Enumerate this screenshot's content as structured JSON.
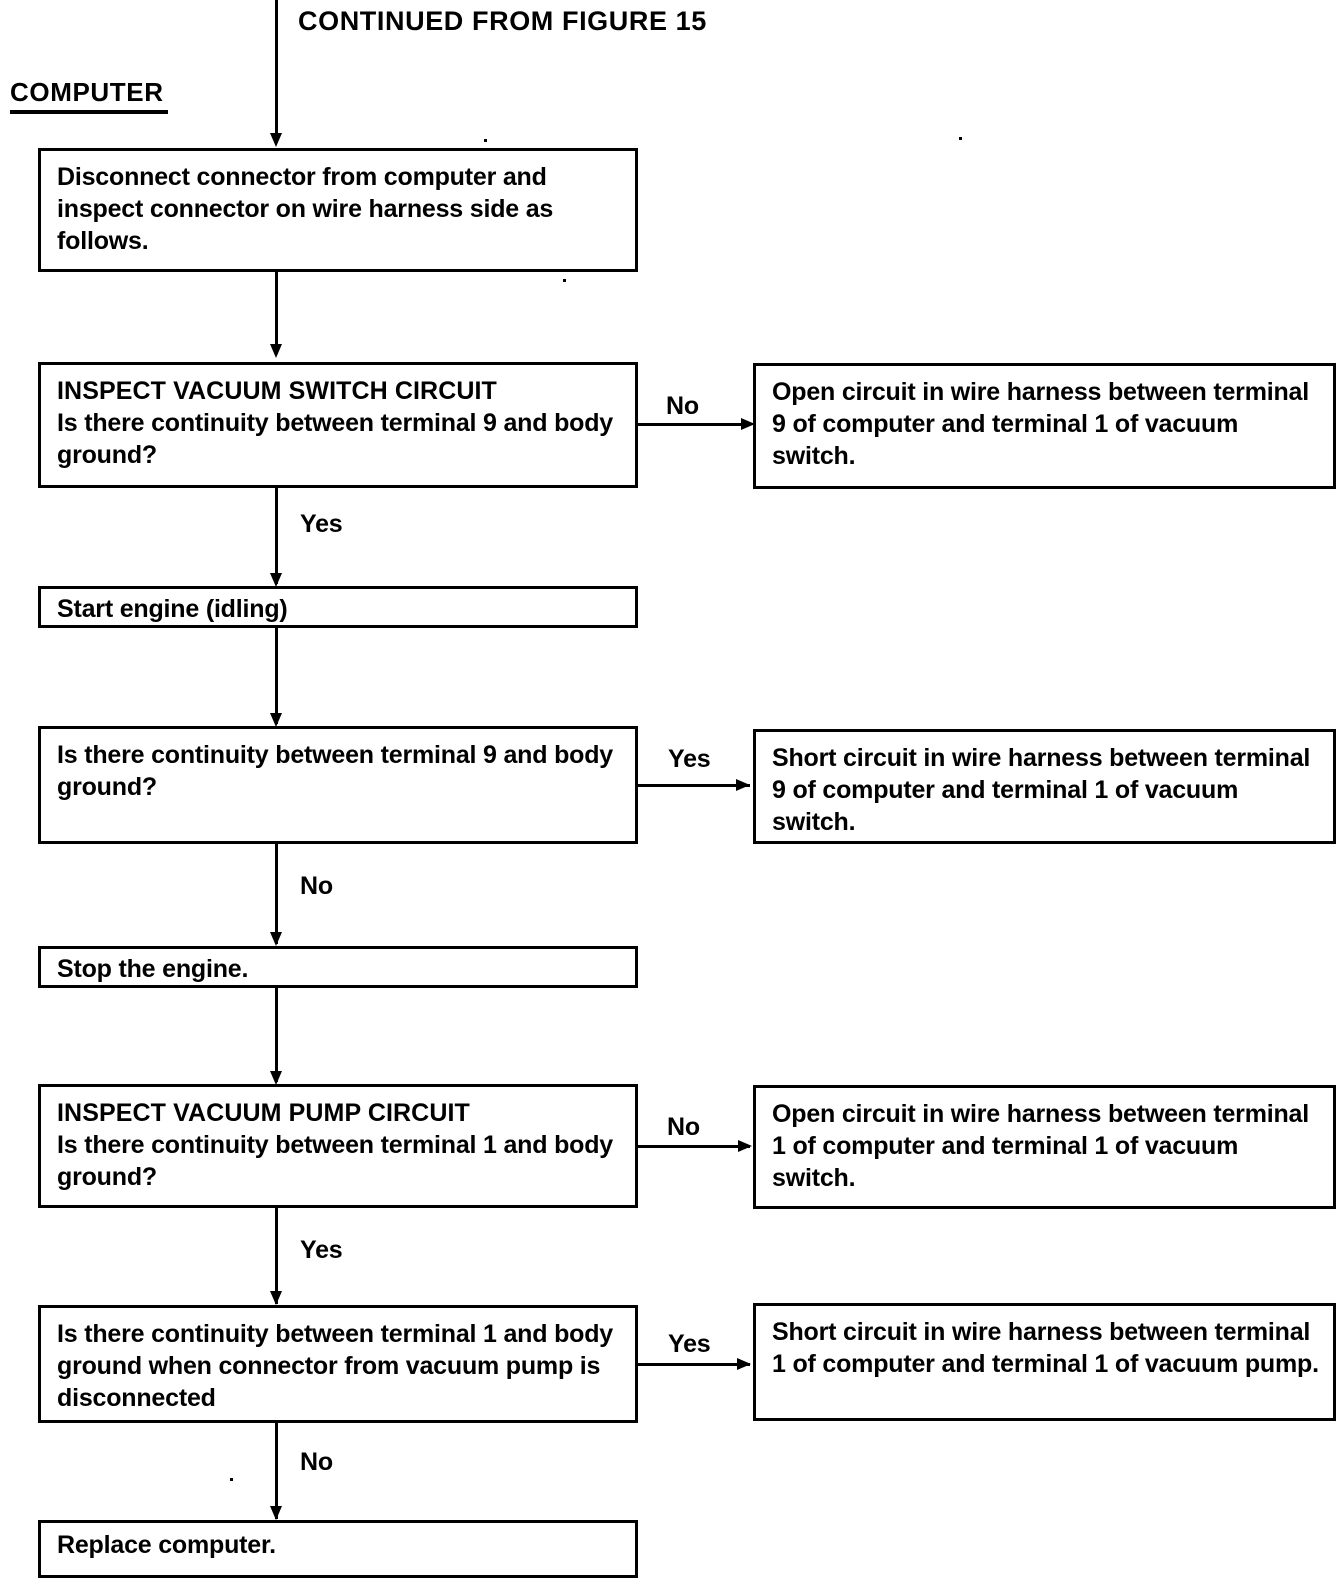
{
  "figure": {
    "continued_from": "CONTINUED FROM FIGURE 15",
    "section_label": "COMPUTER"
  },
  "nodes": {
    "disconnect": {
      "text": "Disconnect connector from computer and inspect connector on wire harness side as follows."
    },
    "inspect_vacuum_switch": {
      "header": "INSPECT VACUUM SWITCH CIRCUIT",
      "body": "Is there continuity between terminal 9 and body ground?"
    },
    "open_circuit_switch": {
      "text": "Open circuit in wire harness between terminal 9 of computer and terminal 1 of vacuum switch."
    },
    "start_engine": {
      "text": "Start engine (idling)"
    },
    "continuity_t9": {
      "text": "Is there continuity between terminal 9 and body ground?"
    },
    "short_circuit_switch": {
      "text": "Short circuit in wire harness between terminal 9 of computer and terminal 1 of vacuum switch."
    },
    "stop_engine": {
      "text": "Stop the engine."
    },
    "inspect_vacuum_pump": {
      "header": "INSPECT VACUUM PUMP CIRCUIT",
      "body": "Is there continuity between terminal 1 and body ground?"
    },
    "open_circuit_pump": {
      "text": "Open circuit in wire harness between terminal 1 of computer and terminal 1 of vacuum switch."
    },
    "continuity_t1_pump": {
      "text": "Is there continuity between terminal 1 and body ground when connector from vacuum pump is disconnected"
    },
    "short_circuit_pump": {
      "text": "Short circuit in wire harness between terminal 1 of computer and terminal 1 of vacuum pump."
    },
    "replace_computer": {
      "text": "Replace computer."
    }
  },
  "edges": {
    "switch_no": "No",
    "switch_yes": "Yes",
    "continuity_t9_yes": "Yes",
    "continuity_t9_no": "No",
    "pump_no": "No",
    "pump_yes": "Yes",
    "continuity_t1_yes": "Yes",
    "continuity_t1_no": "No"
  },
  "colors": {
    "line": "#000000",
    "background": "#ffffff",
    "text": "#000000"
  }
}
